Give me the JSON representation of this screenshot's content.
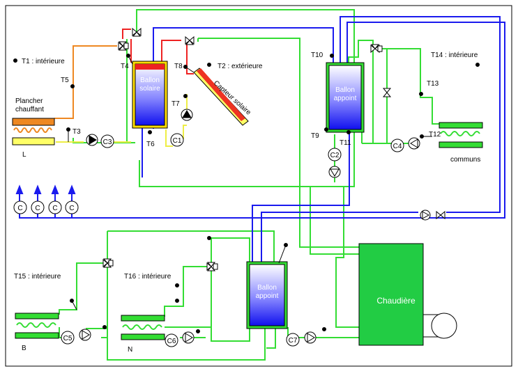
{
  "colors": {
    "green": "#33dd33",
    "blue": "#1a1aee",
    "red": "#ee2222",
    "yellow": "#ffff66",
    "orange": "#ee8822",
    "boiler": "#22cc44"
  },
  "labels": {
    "t1": "T1 : intérieure",
    "t2": "T2 : extérieure",
    "t3": "T3",
    "t4": "T4",
    "t5": "T5",
    "t6": "T6",
    "t7": "T7",
    "t8": "T8",
    "t9": "T9",
    "t10": "T10",
    "t11": "T11",
    "t12": "T12",
    "t13": "T13",
    "t14": "T14 : intérieure",
    "t15": "T15 : intérieure",
    "t16": "T16 : intérieure",
    "plancher_line1": "Plancher",
    "plancher_line2": "chauffant",
    "plancher_id": "L",
    "communs": "communs",
    "room_b": "B",
    "room_n": "N",
    "capteur": "Capteur solaire",
    "ballon_solaire_1": "Ballon",
    "ballon_solaire_2": "solaire",
    "ballon_appoint_top_1": "Ballon",
    "ballon_appoint_top_2": "appoint",
    "ballon_appoint_bot_1": "Ballon",
    "ballon_appoint_bot_2": "appoint",
    "chaudiere": "Chaudière"
  },
  "circulators": {
    "c1": "C1",
    "c2": "C2",
    "c3": "C3",
    "c4": "C4",
    "c5": "C5",
    "c6": "C6",
    "c7": "C7",
    "c": "C"
  }
}
